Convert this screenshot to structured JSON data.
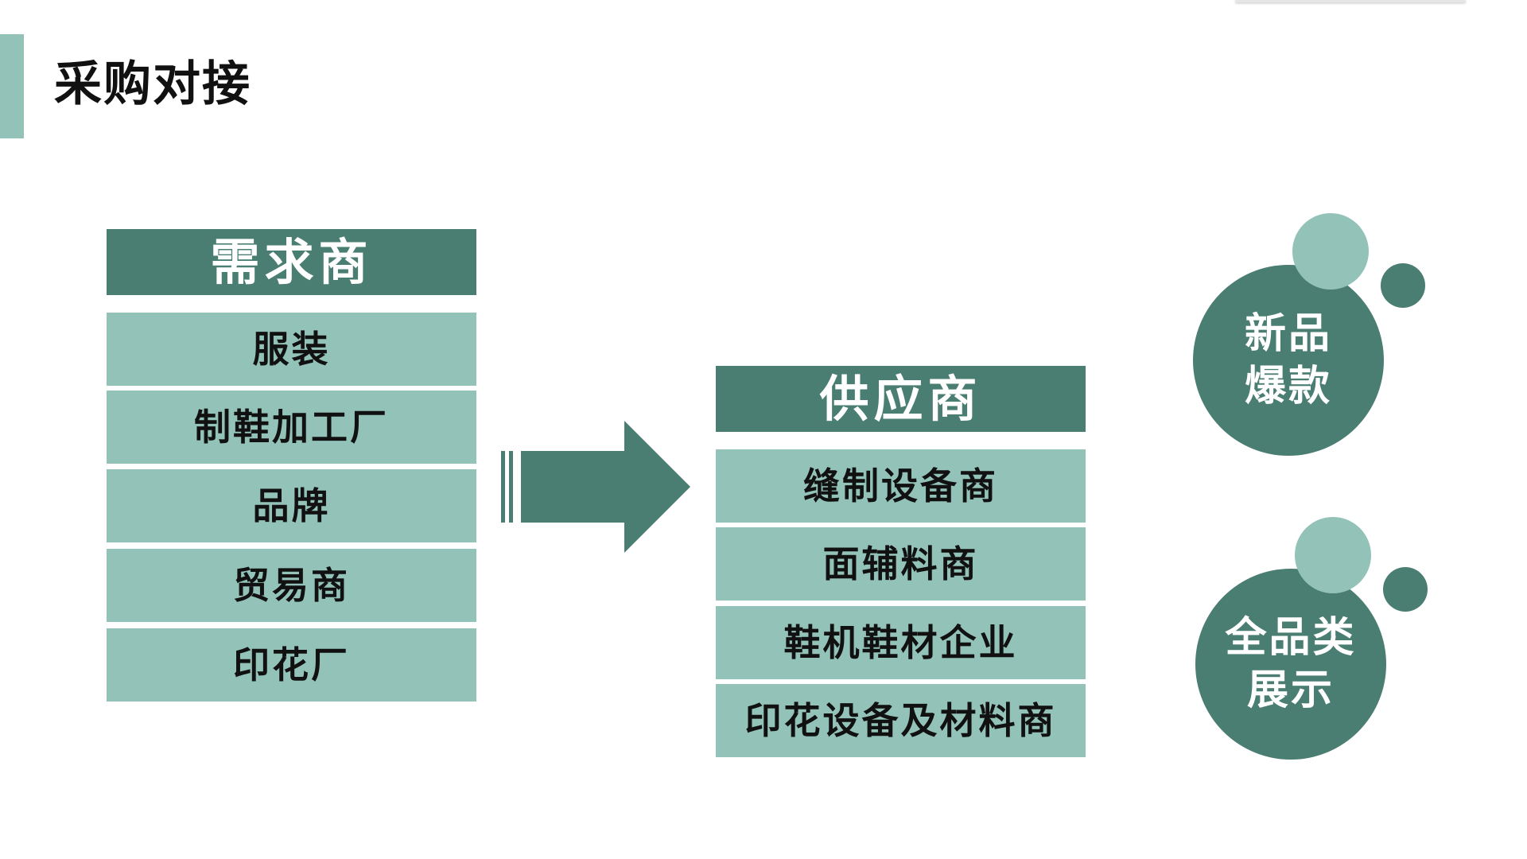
{
  "page": {
    "title": "采购对接"
  },
  "colors": {
    "dark_green": "#4a7e72",
    "light_green": "#93c2b8",
    "text_dark": "#111111",
    "text_light": "#ffffff"
  },
  "demand": {
    "header": "需求商",
    "items": [
      "服装",
      "制鞋加工厂",
      "品牌",
      "贸易商",
      "印花厂"
    ]
  },
  "supply": {
    "header": "供应商",
    "items": [
      "缝制设备商",
      "面辅料商",
      "鞋机鞋材企业",
      "印花设备及材料商"
    ]
  },
  "arrow": {
    "icon": "right-arrow-icon"
  },
  "highlights": [
    {
      "line1": "新品",
      "line2": "爆款"
    },
    {
      "line1": "全品类",
      "line2": "展示"
    }
  ]
}
